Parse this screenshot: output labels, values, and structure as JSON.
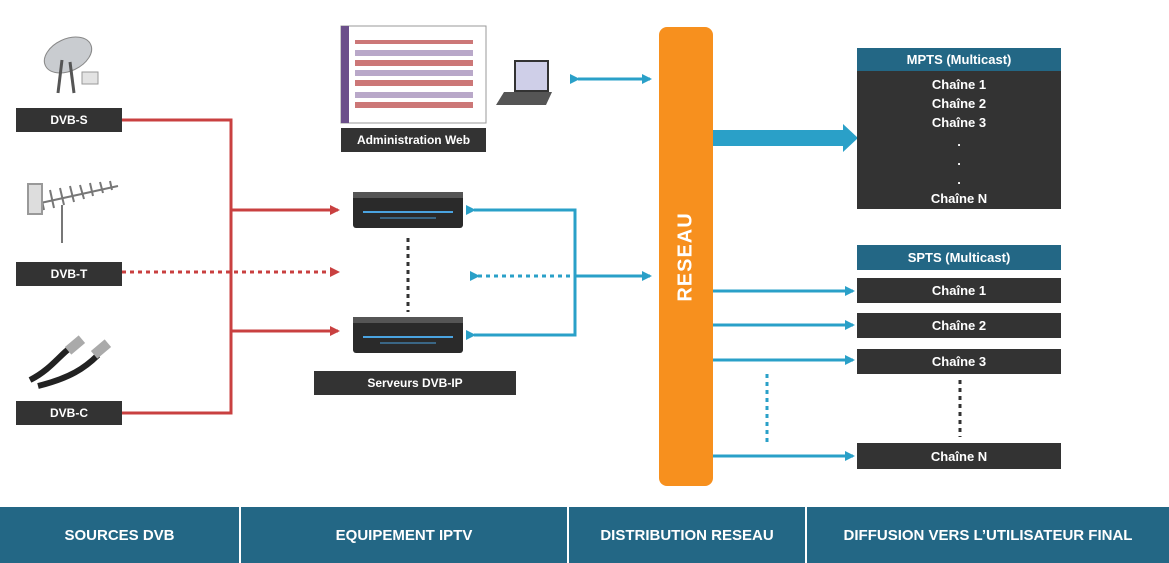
{
  "colors": {
    "red": "#c94040",
    "blue": "#2aa0c8",
    "orange": "#f7901e",
    "dark": "#333333",
    "teal": "#236785"
  },
  "sources": {
    "dvbs": "DVB-S",
    "dvbt": "DVB-T",
    "dvbc": "DVB-C"
  },
  "equipment": {
    "admin_label": "Administration Web",
    "servers_label": "Serveurs DVB-IP"
  },
  "network": {
    "label": "RESEAU"
  },
  "mpts": {
    "title": "MPTS (Multicast)",
    "items": [
      "Chaîne 1",
      "Chaîne 2",
      "Chaîne 3",
      ".",
      ".",
      ".",
      "Chaîne N"
    ]
  },
  "spts": {
    "title": "SPTS (Multicast)",
    "items": [
      "Chaîne 1",
      "Chaîne 2",
      "Chaîne 3",
      "Chaîne N"
    ]
  },
  "footer": {
    "col1": "SOURCES DVB",
    "col2": "EQUIPEMENT IPTV",
    "col3": "DISTRIBUTION RESEAU",
    "col4": "DIFFUSION VERS L’UTILISATEUR FINAL"
  }
}
